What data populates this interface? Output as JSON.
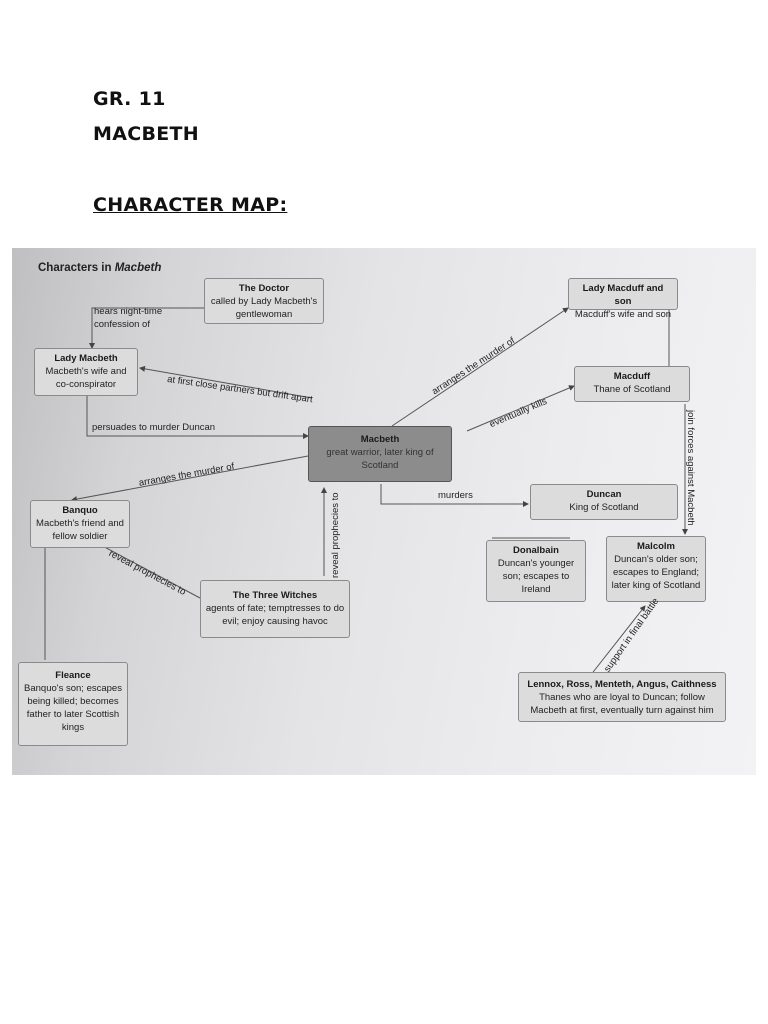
{
  "header": {
    "grade": "GR. 11",
    "title": "MACBETH",
    "section": "CHARACTER MAP:"
  },
  "map": {
    "title_prefix": "Characters in ",
    "title_italic": "Macbeth",
    "nodes": {
      "doctor": {
        "name": "The Doctor",
        "desc": "called by Lady Macbeth's gentlewoman"
      },
      "lady_macduff": {
        "name": "Lady Macduff and son",
        "desc": "Macduff's wife and son"
      },
      "lady_macbeth": {
        "name": "Lady Macbeth",
        "desc": "Macbeth's wife and co-conspirator"
      },
      "macduff": {
        "name": "Macduff",
        "desc": "Thane of Scotland"
      },
      "macbeth": {
        "name": "Macbeth",
        "desc": "great warrior, later king of Scotland"
      },
      "banquo": {
        "name": "Banquo",
        "desc": "Macbeth's friend and fellow soldier"
      },
      "duncan": {
        "name": "Duncan",
        "desc": "King of Scotland"
      },
      "donalbain": {
        "name": "Donalbain",
        "desc": "Duncan's younger son; escapes to Ireland"
      },
      "malcolm": {
        "name": "Malcolm",
        "desc": "Duncan's older son; escapes to England; later king of Scotland"
      },
      "witches": {
        "name": "The Three Witches",
        "desc": "agents of fate; temptresses to do evil; enjoy causing havoc"
      },
      "fleance": {
        "name": "Fleance",
        "desc": "Banquo's son; escapes being killed; becomes father to later Scottish kings"
      },
      "lords": {
        "name": "Lennox, Ross, Menteth, Angus, Caithness",
        "desc": "Thanes who are loyal to Duncan; follow Macbeth at first, eventually turn against him"
      }
    },
    "links": {
      "hears": "hears night-time confession of",
      "partners": "at first close partners but drift apart",
      "persuades": "persuades to murder Duncan",
      "arranges_macduff": "arranges the murder of",
      "kills": "eventually kills",
      "join_forces": "join forces against Macbeth",
      "arranges_banquo": "arranges the murder of",
      "murders": "murders",
      "reveal_macbeth": "reveal prophecies to",
      "reveal_banquo": "reveal prophecies to",
      "support": "support in final battle"
    }
  }
}
